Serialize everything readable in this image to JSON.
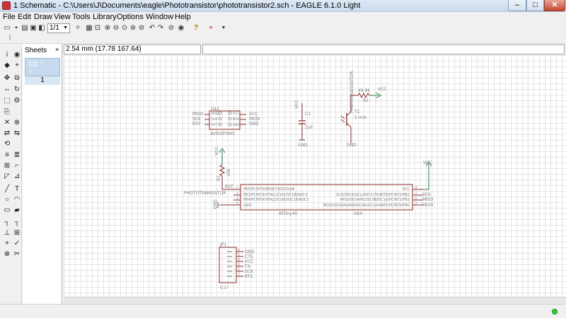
{
  "window": {
    "title": "1 Schematic - C:\\Users\\J\\Documents\\eagle\\Phototransistor\\phototransistor2.sch - EAGLE 6.1.0 Light",
    "min_label": "–",
    "max_label": "□",
    "close_label": "✕"
  },
  "menu": {
    "items": [
      "File",
      "Edit",
      "Draw",
      "View",
      "Tools",
      "Library",
      "Options",
      "Window",
      "Help"
    ]
  },
  "toolbar": {
    "sheet_select": "1/1"
  },
  "command": {
    "coordinates": "2.54 mm (17.78 167.64)",
    "input_value": ""
  },
  "sheets": {
    "header": "Sheets",
    "close": "×",
    "current_sheet": "1"
  },
  "schematic": {
    "isp": {
      "name": "U$1",
      "value": "AVRISPSMD",
      "left_pins": [
        "MISO",
        "SCK",
        "RST"
      ],
      "right_pins": [
        "VCC",
        "MOSI",
        "GND"
      ],
      "inner_left": [
        "MISO",
        "SCK",
        "RST"
      ],
      "inner_right": [
        "VCC",
        "MOSI",
        "GND"
      ]
    },
    "cap": {
      "name": "C1",
      "value": "1uF",
      "vcc": "VCC",
      "gnd": "GND"
    },
    "res2": {
      "name": "R2",
      "value": "49.9k",
      "vcc": "VCC"
    },
    "photo": {
      "label": "PHOTOTRANSISTOR",
      "name": "T1",
      "value": "5 mm",
      "gnd": "GND"
    },
    "res1": {
      "name": "R1",
      "value": "10k",
      "vcc": "VCC"
    },
    "attiny": {
      "name": "U$4",
      "value": "ATtiny45",
      "left_pins": [
        "PB5/PCINT5/RESET/ADC0/dW",
        "PB3/PCINT3/XTAL1/CLKI/OC1B/ADC3",
        "PB4/PCINT4/XTAL2/CLKO/OC1B/ADC2",
        "GND"
      ],
      "right_pins": [
        "VCC",
        "SCK/USCK/SCL/ADC1/T0/INT0/PCINT2/PB2",
        "MISO/DO/AIN1/OC0B/OC1A/PCINT1/PB1",
        "MOSI/DI/SDA/AIN0/OC0A/OC1A/AREF/PCINT0/PB0"
      ],
      "left_nums": [
        "1",
        "2",
        "3",
        "4"
      ],
      "right_nums": [
        "8",
        "7",
        "6",
        "5"
      ],
      "rst_label": "RST",
      "photo_net": "PHOTOTRANSISTOR",
      "gnd": "GND",
      "vcc": "VCC",
      "right_nets": [
        "SCK",
        "MISO",
        "MOSI"
      ]
    },
    "jp": {
      "name": "JP1",
      "value": "0.1\"",
      "nums": [
        "6",
        "5",
        "4",
        "3",
        "2",
        "1"
      ],
      "pins": [
        "GND",
        "CTS",
        "VCC",
        "TX",
        "SCK",
        "RTS"
      ]
    }
  }
}
